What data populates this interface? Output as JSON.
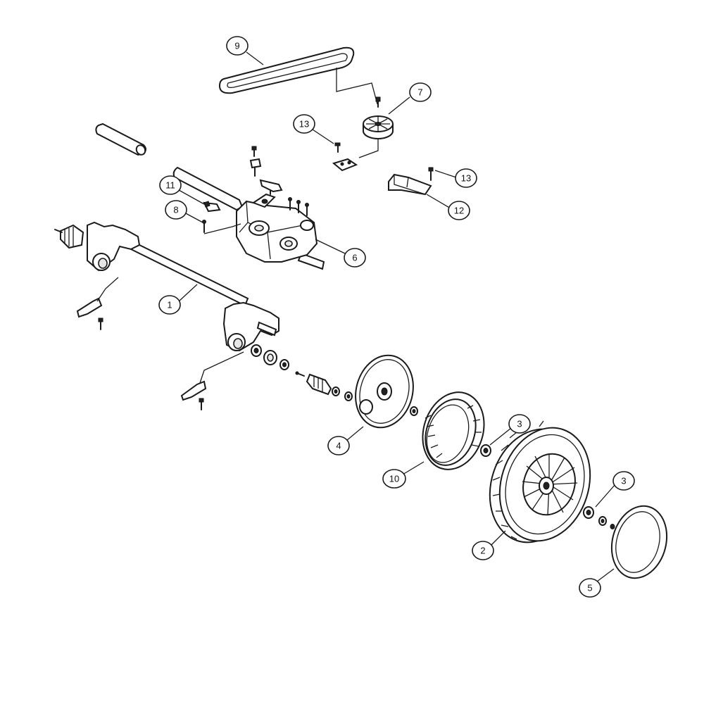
{
  "diagram": {
    "callouts": [
      {
        "id": "c9",
        "number": "9"
      },
      {
        "id": "c7",
        "number": "7"
      },
      {
        "id": "c13a",
        "number": "13"
      },
      {
        "id": "c13b",
        "number": "13"
      },
      {
        "id": "c12",
        "number": "12"
      },
      {
        "id": "c11",
        "number": "11"
      },
      {
        "id": "c8",
        "number": "8"
      },
      {
        "id": "c6",
        "number": "6"
      },
      {
        "id": "c1",
        "number": "1"
      },
      {
        "id": "c4",
        "number": "4"
      },
      {
        "id": "c3a",
        "number": "3"
      },
      {
        "id": "c10",
        "number": "10"
      },
      {
        "id": "c3b",
        "number": "3"
      },
      {
        "id": "c2",
        "number": "2"
      },
      {
        "id": "c5",
        "number": "5"
      }
    ]
  }
}
